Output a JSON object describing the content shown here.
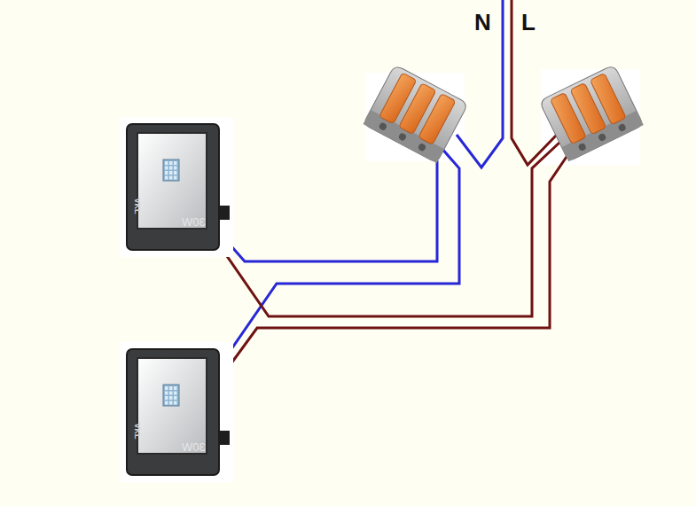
{
  "diagram": {
    "nodes": [
      {
        "text": [
          "VKL",
          "30W"
        ]
      },
      {
        "text": [
          "VKL",
          "30W"
        ]
      }
    ],
    "labels": [
      "N",
      "L"
    ]
  }
}
